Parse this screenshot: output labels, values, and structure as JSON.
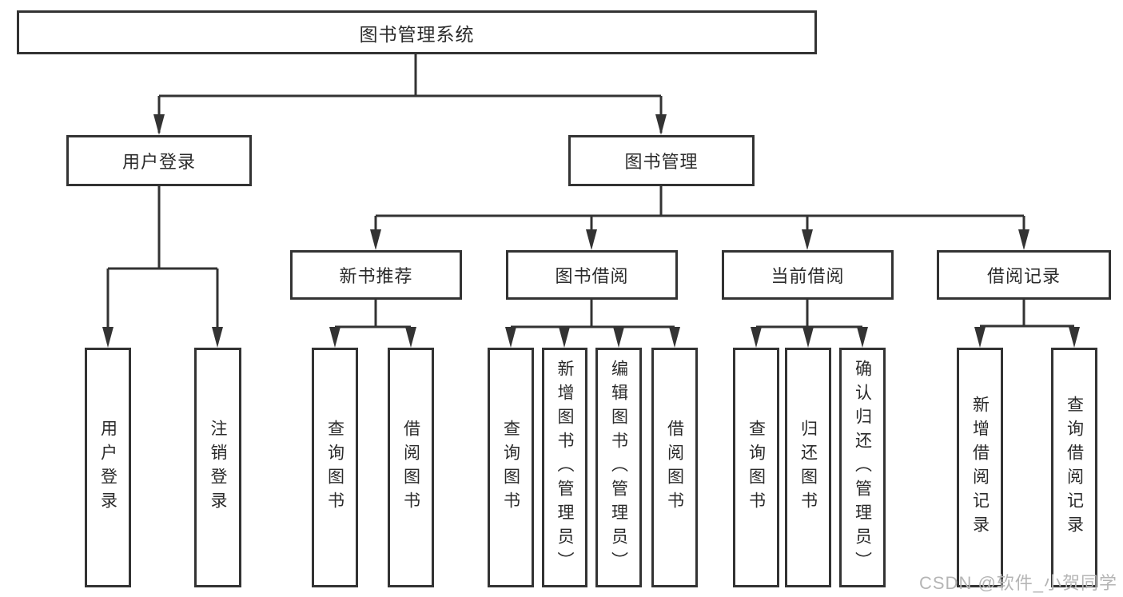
{
  "diagram": {
    "root": {
      "label": "图书管理系统"
    },
    "user_login": {
      "label": "用户登录",
      "children": [
        "用户登录",
        "注销登录"
      ]
    },
    "book_mgmt": {
      "label": "图书管理",
      "groups": [
        {
          "label": "新书推荐",
          "children": [
            "查询图书",
            "借阅图书"
          ]
        },
        {
          "label": "图书借阅",
          "children": [
            "查询图书",
            "新增图书（管理员）",
            "编辑图书（管理员）",
            "借阅图书"
          ]
        },
        {
          "label": "当前借阅",
          "children": [
            "查询图书",
            "归还图书",
            "确认归还（管理员）"
          ]
        },
        {
          "label": "借阅记录",
          "children": [
            "新增借阅记录",
            "查询借阅记录"
          ]
        }
      ]
    },
    "watermark": "CSDN @软件_小贺同学",
    "colors": {
      "line": "#333333",
      "text": "#2b2b2b",
      "background": "#ffffff",
      "watermark": "#b5b5b5"
    }
  }
}
